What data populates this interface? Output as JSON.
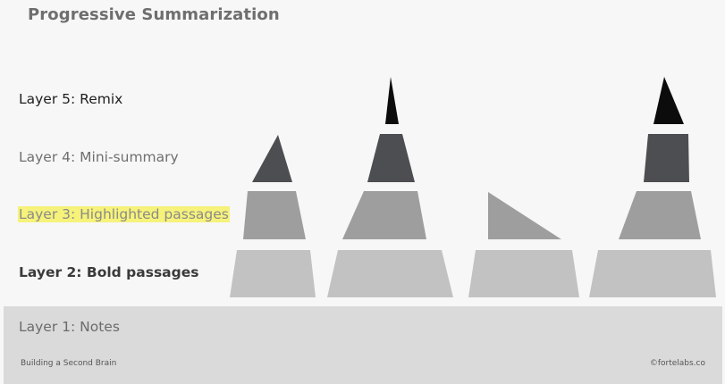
{
  "title": "Progressive Summarization",
  "layers": [
    {
      "label": "Layer 5: Remix"
    },
    {
      "label": "Layer 4: Mini-summary"
    },
    {
      "label": "Layer 3: Highlighted passages"
    },
    {
      "label": "Layer 2: Bold passages"
    },
    {
      "label": "Layer 1: Notes"
    }
  ],
  "footer": {
    "left": "Building a Second Brain",
    "right": "©fortelabs.co"
  },
  "colors": {
    "layer5": "#0c0c0c",
    "layer4": "#4d4e52",
    "layer3": "#9e9e9e",
    "layer2": "#c2c2c2",
    "highlight": "#f6f27a",
    "notes_band": "#dadada"
  }
}
